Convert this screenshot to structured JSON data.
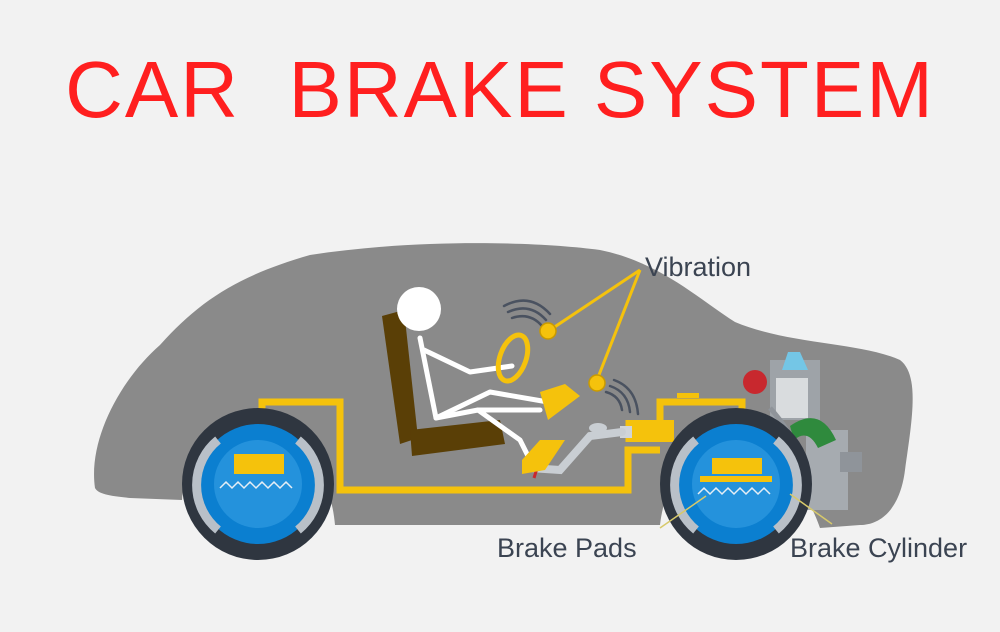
{
  "title": {
    "text": "CAR  BRAKE SYSTEM",
    "color": "#ff1f1f"
  },
  "labels": {
    "vibration": "Vibration",
    "brake_pads": "Brake Pads",
    "brake_cylinder": "Brake Cylinder"
  },
  "colors": {
    "background": "#f2f2f2",
    "car_body": "#8a8a8a",
    "brake_line": "#f5c20c",
    "seat": "#5a3f06",
    "driver_head": "#ffffff",
    "tire": "#2f3640",
    "drum": "#0b7fd0",
    "drum_light": "#3aa2e6",
    "brake_shoe": "#b9c0c8",
    "label_text": "#3b4452",
    "engine_green": "#2f8a3d",
    "engine_red": "#c8282e"
  },
  "icons": {
    "vibration_wave": "vibration-waves-icon",
    "brake_pedal": "brake-pedal-icon",
    "driver_foot": "foot-icon"
  }
}
